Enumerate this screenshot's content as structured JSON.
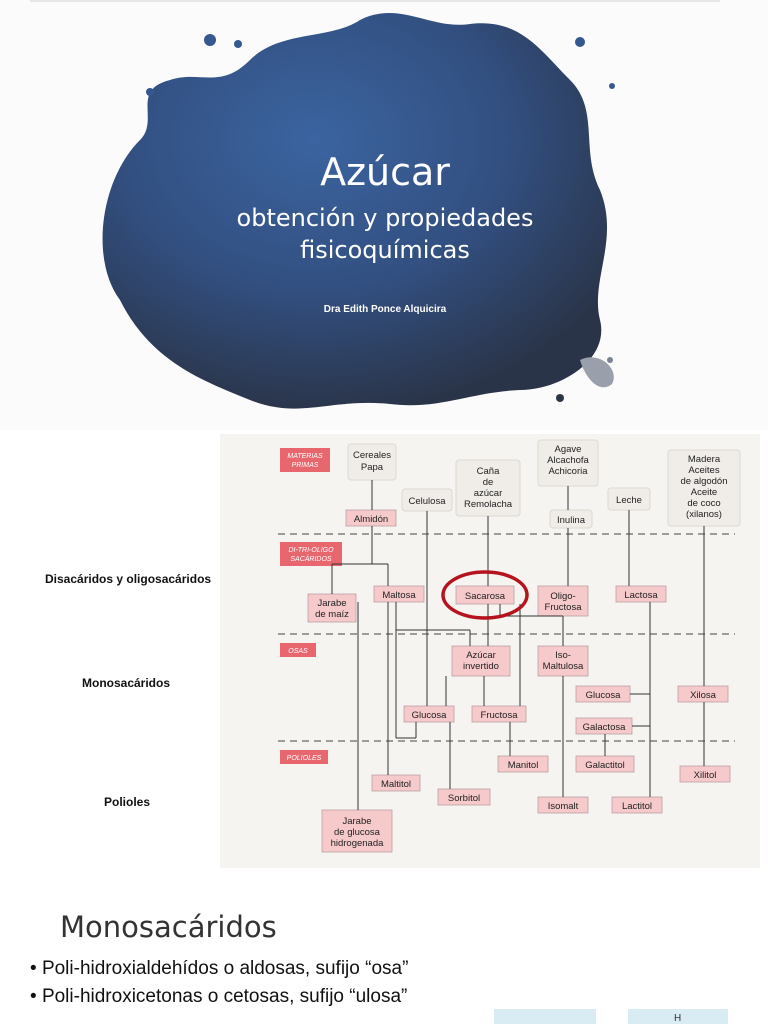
{
  "slide1": {
    "title": "Azúcar",
    "subtitle_line1": "obtención  y propiedades",
    "subtitle_line2": "fisicoquímicas",
    "author": "Dra  Edith Ponce Alquicira"
  },
  "diagram": {
    "sections": {
      "raw": "MATERIAS PRIMAS",
      "di": "DI-TRI-OLIGO SACÁRIDOS",
      "osas": "OSAS",
      "polioles": "POLIOLES"
    },
    "sources": {
      "cereales": "Cereales Papa",
      "celulosa": "Celulosa",
      "cana": "Caña de azúcar Remolacha",
      "agave": "Agave Alcachofa Achicoria",
      "leche": "Leche",
      "madera": "Madera Aceites de algodón Aceite de coco (xilanos)"
    },
    "nodes": {
      "almidon": "Almidón",
      "inulina": "Inulina",
      "jarabe_maiz": "Jarabe de maíz",
      "maltosa": "Maltosa",
      "sacarosa": "Sacarosa",
      "oligo": "Oligo- Fructosa",
      "lactosa": "Lactosa",
      "azucar_inv": "Azúcar invertido",
      "iso": "Iso- Maltulosa",
      "glucosa_r": "Glucosa",
      "xilosa": "Xilosa",
      "galactosa": "Galactosa",
      "glucosa": "Glucosa",
      "fructosa": "Fructosa",
      "maltitol": "Maltitol",
      "manitol": "Manitol",
      "galactitol": "Galactitol",
      "xilitol": "Xilitol",
      "sorbitol": "Sorbitol",
      "isomalt": "Isomalt",
      "lactitol": "Lactitol",
      "jarabe_gluc": "Jarabe de glucosa hidrogenada"
    }
  },
  "side_labels": {
    "disacaridos": "Disacáridos y oligosacáridos",
    "monosacaridos": "Monosacáridos",
    "polioles": "Polioles"
  },
  "slide3": {
    "heading": "Monosacáridos",
    "bullet1": "Poli-hidroxialdehídos o aldosas, sufijo “osa”",
    "bullet2": "Poli-hidroxicetonas o cetosas, sufijo “ulosa”",
    "card_letter": "H"
  },
  "colors": {
    "splash_dark": "#2c3e5e",
    "splash_light": "#3a5f96",
    "node_fill": "#f6c9cb",
    "source_fill": "#f0ede8",
    "section_label": "#e8676e",
    "bracket": "#f08a2b",
    "highlight": "#b5131d"
  }
}
